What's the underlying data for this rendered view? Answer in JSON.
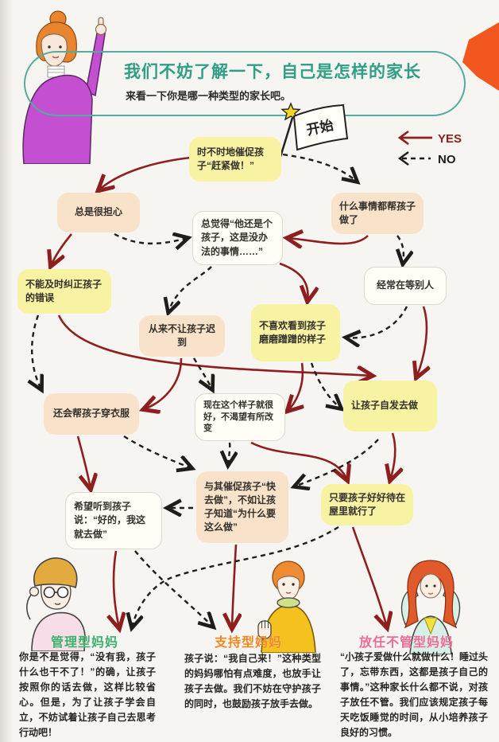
{
  "header": {
    "title": "我们不妨了解一下，自己是怎样的家长",
    "subtitle": "来看一下你是哪一种类型的家长吧。"
  },
  "flag": {
    "label": "开始"
  },
  "legend": {
    "yes_label": "YES",
    "no_label": "NO"
  },
  "colors": {
    "yes_arrow": "#8e1f1f",
    "no_arrow": "#1e1d1b",
    "title_teal": "#2f9e86",
    "node_yellow": "#f8f2a3",
    "node_peach": "#f9e2ca",
    "node_white": "#fffdf6",
    "manager_green": "#3cb06a",
    "support_orange": "#f0861c",
    "laissez_pink": "#ee6b97"
  },
  "flow": {
    "nodes": [
      {
        "id": "n1",
        "color": "yellow",
        "text": "时不时地催促孩子“赶紧做！”"
      },
      {
        "id": "n2",
        "color": "peach",
        "text": "总是很担心"
      },
      {
        "id": "n3",
        "color": "peach",
        "text": "什么事情都帮孩子做了"
      },
      {
        "id": "n4",
        "color": "white",
        "text": "总觉得“他还是个孩子，这是没办法的事情……”"
      },
      {
        "id": "n5",
        "color": "yellow",
        "text": "不能及时纠正孩子的错误"
      },
      {
        "id": "n6",
        "color": "peach",
        "text": "从来不让孩子迟到"
      },
      {
        "id": "n7",
        "color": "yellow",
        "text": "不喜欢看到孩子磨磨蹭蹭的样子"
      },
      {
        "id": "n8",
        "color": "white",
        "text": "经常在等别人"
      },
      {
        "id": "n9",
        "color": "peach",
        "text": "还会帮孩子穿衣服"
      },
      {
        "id": "n10",
        "color": "white",
        "text": "现在这个样子就很好，不渴望有所改变"
      },
      {
        "id": "n11",
        "color": "yellow",
        "text": "让孩子自发去做"
      },
      {
        "id": "n12",
        "color": "white",
        "text": "希望听到孩子说：“好的，我这就去做”"
      },
      {
        "id": "n13",
        "color": "peach",
        "text": "与其催促孩子“快去做”，不如让孩子知道“为什么要这么做”"
      },
      {
        "id": "n14",
        "color": "yellow",
        "text": "只要孩子好好待在屋里就行了"
      }
    ],
    "edges": [
      {
        "from": "n1",
        "to": "n2",
        "answer": "yes"
      },
      {
        "from": "n1",
        "to": "n3",
        "answer": "no"
      },
      {
        "from": "n2",
        "to": "n5",
        "answer": "yes"
      },
      {
        "from": "n2",
        "to": "n4",
        "answer": "no"
      },
      {
        "from": "n3",
        "to": "n4",
        "answer": "yes"
      },
      {
        "from": "n3",
        "to": "n8",
        "answer": "no"
      },
      {
        "from": "n4",
        "to": "n7",
        "answer": "yes"
      },
      {
        "from": "n4",
        "to": "n6",
        "answer": "no"
      },
      {
        "from": "n5",
        "to": "n11",
        "answer": "yes"
      },
      {
        "from": "n5",
        "to": "n9",
        "answer": "no"
      },
      {
        "from": "n6",
        "to": "n9",
        "answer": "yes"
      },
      {
        "from": "n6",
        "to": "n10",
        "answer": "no"
      },
      {
        "from": "n7",
        "to": "n10",
        "answer": "yes"
      },
      {
        "from": "n7",
        "to": "n11",
        "answer": "no"
      },
      {
        "from": "n8",
        "to": "n11",
        "answer": "yes"
      },
      {
        "from": "n8",
        "to": "n7",
        "answer": "no"
      },
      {
        "from": "n9",
        "to": "n12",
        "answer": "yes"
      },
      {
        "from": "n9",
        "to": "n13",
        "answer": "no"
      },
      {
        "from": "n10",
        "to": "n14",
        "answer": "yes"
      },
      {
        "from": "n10",
        "to": "n13",
        "answer": "no"
      },
      {
        "from": "n11",
        "to": "n14",
        "answer": "yes"
      },
      {
        "from": "n11",
        "to": "n13",
        "answer": "no"
      },
      {
        "from": "n12",
        "to": "type-manager",
        "answer": "yes"
      },
      {
        "from": "n12",
        "to": "type-support",
        "answer": "no"
      },
      {
        "from": "n13",
        "to": "type-support",
        "answer": "yes"
      },
      {
        "from": "n13",
        "to": "n12",
        "answer": "no"
      },
      {
        "from": "n14",
        "to": "type-laissez",
        "answer": "yes"
      },
      {
        "from": "n14",
        "to": "type-manager",
        "answer": "no"
      }
    ]
  },
  "types": [
    {
      "id": "type-manager",
      "label": "管理型妈妈",
      "description": "你是不是觉得，“没有我，孩子什么也干不了！”的确，让孩子按照你的话去做，这样比较省心。但是，为了让孩子学会自立，不妨试着让孩子自己去思考行动吧！"
    },
    {
      "id": "type-support",
      "label": "支持型妈妈",
      "description": "孩子说：“我自己来！”这种类型的妈妈哪怕有点难度，也放手让孩子去做。我们不妨在守护孩子的同时，也鼓励孩子放手去做。"
    },
    {
      "id": "type-laissez",
      "label": "放任不管型妈妈",
      "description": "“小孩子爱做什么就做什么！睡过头了，忘带东西，这都是孩子自己的事情。”这种家长什么都不说，对孩子放任不管。我们应该规定孩子每天吃饭睡觉的时间，从小培养孩子良好的习惯。"
    }
  ]
}
